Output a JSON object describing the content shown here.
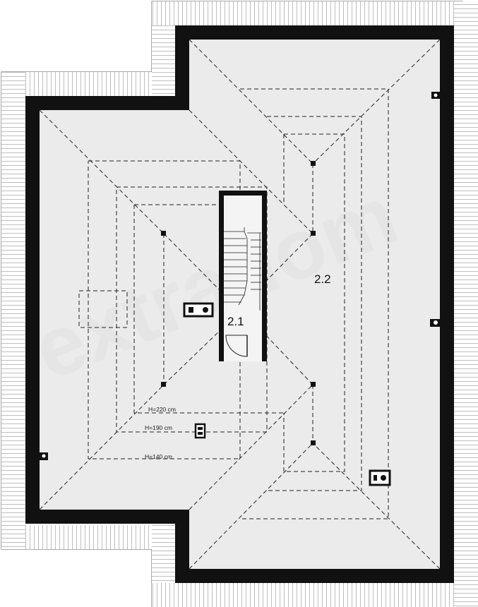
{
  "watermark": "extradom",
  "rooms": [
    {
      "id": "2.1",
      "label": "2.1"
    },
    {
      "id": "2.2",
      "label": "2.2"
    }
  ],
  "height_lines": [
    {
      "label": "H=220 cm"
    },
    {
      "label": "H=190 cm"
    },
    {
      "label": "H=140 cm"
    }
  ],
  "colors": {
    "wall": "#111111",
    "floor": "#ebebeb",
    "roof_eave": "#ffffff",
    "lines": "#222222"
  }
}
